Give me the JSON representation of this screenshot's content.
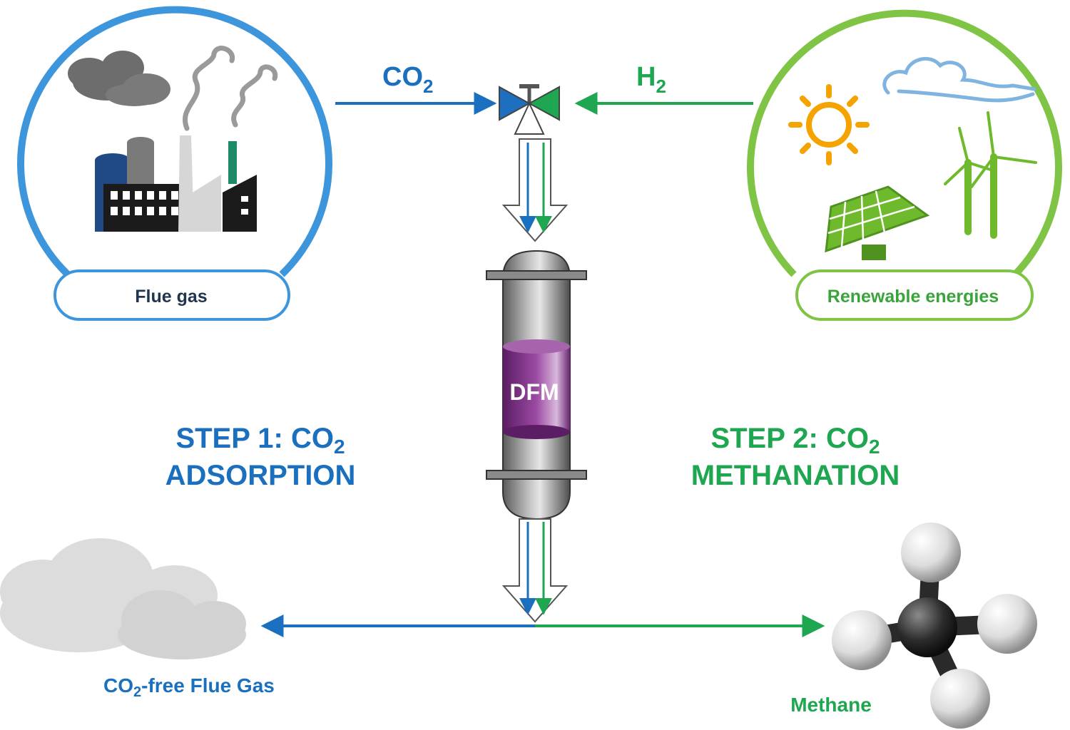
{
  "colors": {
    "blue": "#1a6fbe",
    "blue_ring": "#3d95dc",
    "green": "#1ea650",
    "green_ring": "#7fc444",
    "purple": "#7a2a83",
    "vessel_gray": "#8a8a8a",
    "cloud_gray": "#dcdcdc",
    "sun_orange": "#f4a300"
  },
  "left_source": {
    "label": "Flue gas",
    "icons": [
      "cloud-icon",
      "factory-icon",
      "smoke-icon"
    ]
  },
  "right_source": {
    "label": "Renewable energies",
    "icons": [
      "sun-icon",
      "wind-icon",
      "solar-panel-icon",
      "wind-turbine-icon"
    ]
  },
  "inlet_co2": {
    "main": "CO",
    "sub": "2"
  },
  "inlet_h2": {
    "main": "H",
    "sub": "2"
  },
  "reactor": {
    "label": "DFM"
  },
  "step1": {
    "line1_main": "STEP 1: CO",
    "line1_sub": "2",
    "line2": "ADSORPTION"
  },
  "step2": {
    "line1_main": "STEP 2: CO",
    "line1_sub": "2",
    "line2": "METHANATION"
  },
  "outlet_left": {
    "prefix": "CO",
    "sub": "2",
    "suffix": "-free Flue Gas"
  },
  "outlet_right": {
    "label": "Methane"
  }
}
